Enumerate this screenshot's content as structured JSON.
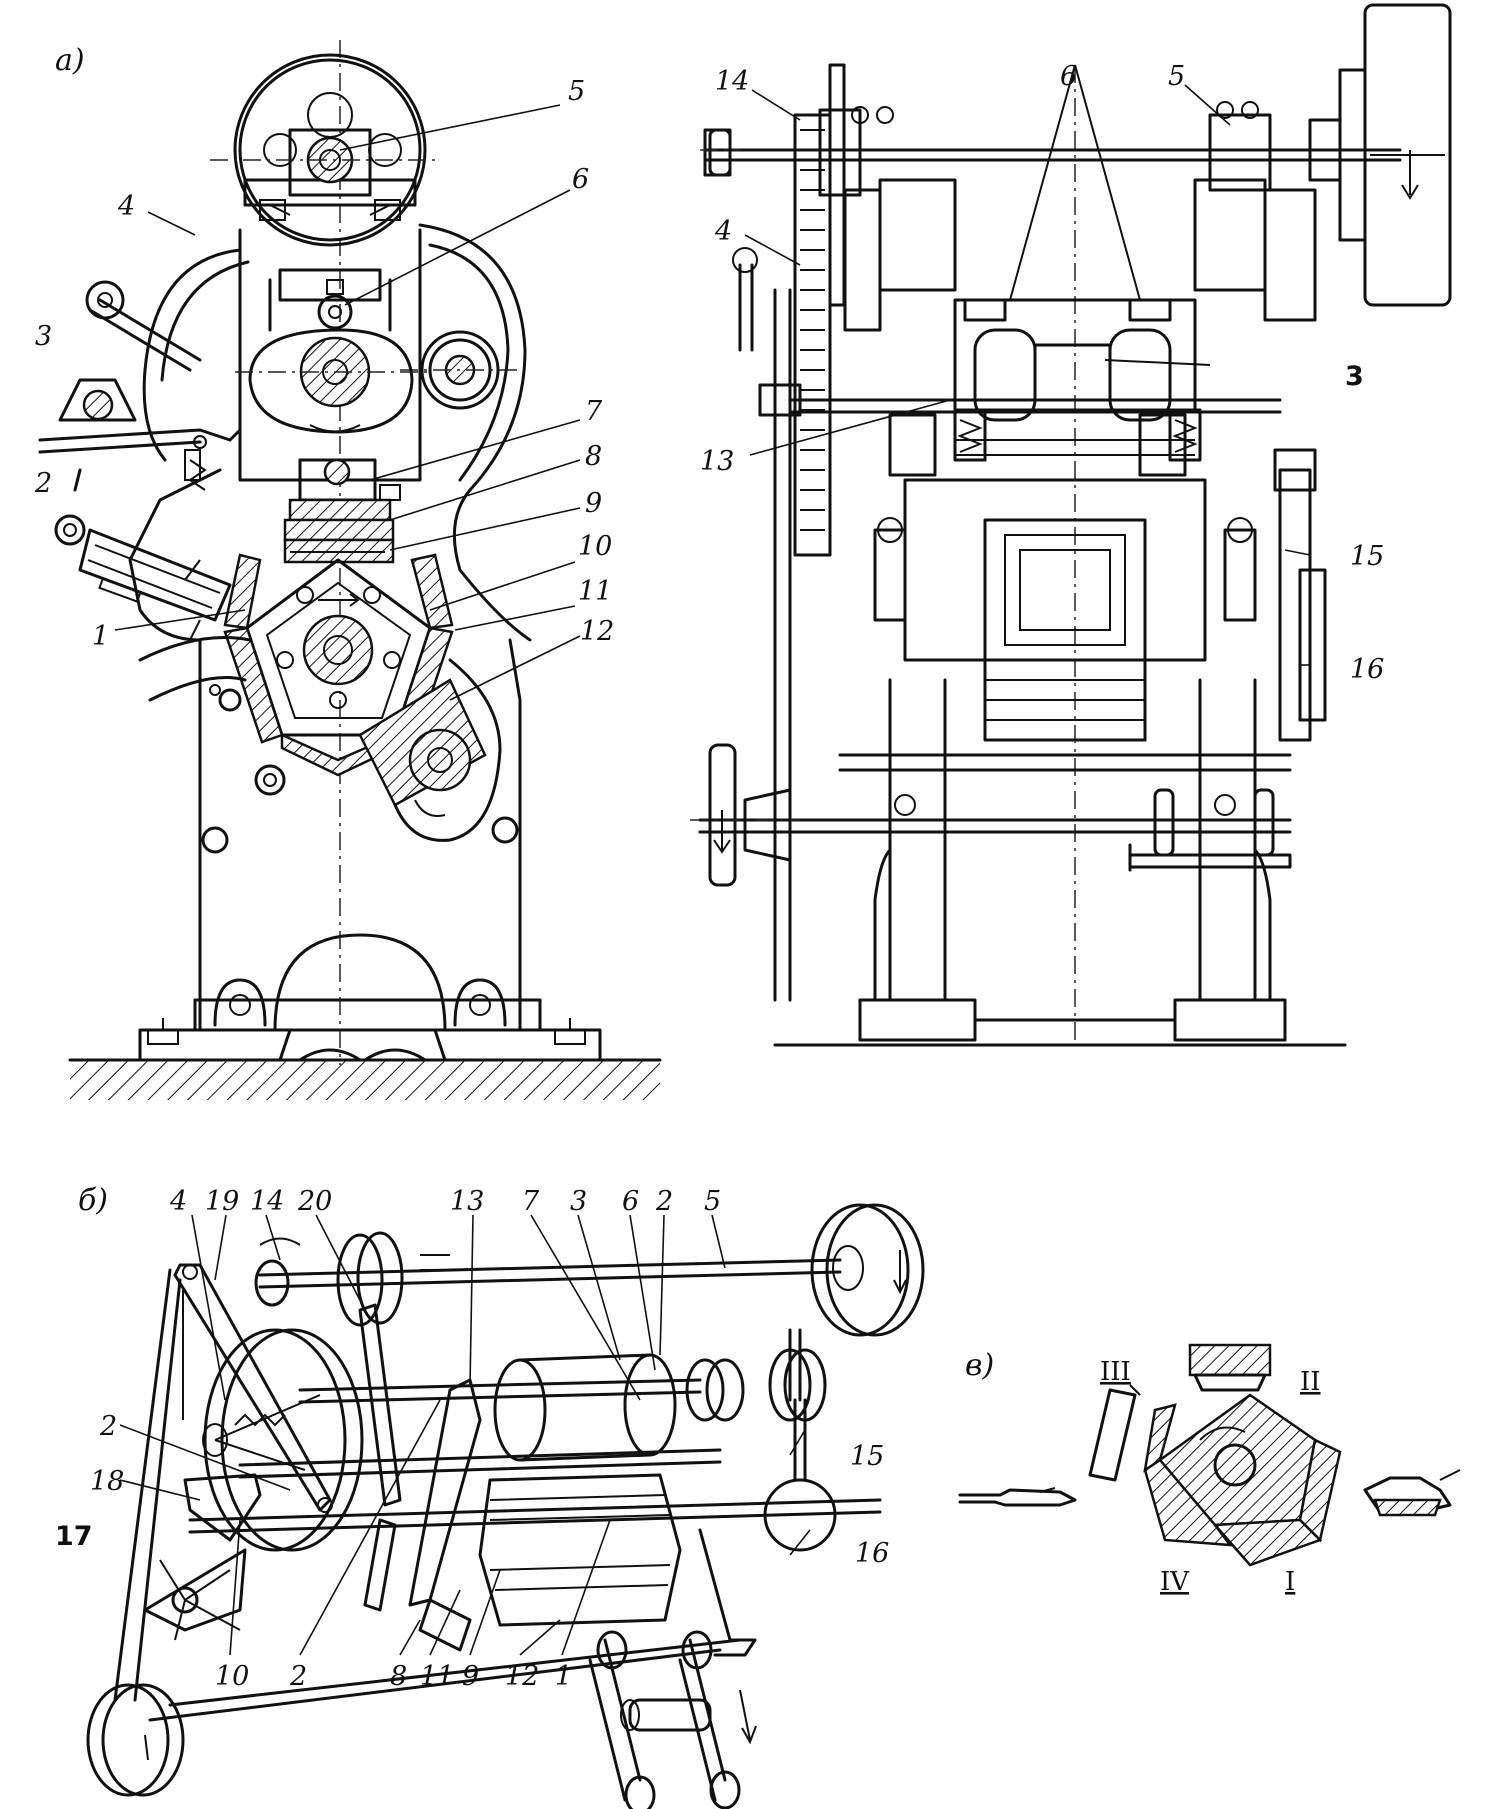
{
  "sections": {
    "a": "а)",
    "b": "б)",
    "v": "в)"
  },
  "view_a_front": {
    "labels": {
      "n1": "1",
      "n2": "2",
      "n3": "3",
      "n4": "4",
      "n5": "5",
      "n6": "6",
      "n7": "7",
      "n8": "8",
      "n9": "9",
      "n10": "10",
      "n11": "11",
      "n12": "12"
    }
  },
  "view_a_side": {
    "labels": {
      "n3": "3",
      "n4": "4",
      "n5": "5",
      "n6": "6",
      "n13": "13",
      "n14": "14",
      "n15": "15",
      "n16": "16"
    }
  },
  "view_b": {
    "labels": {
      "n4": "4",
      "n19": "19",
      "n14": "14",
      "n20": "20",
      "n13": "13",
      "n7": "7",
      "n3": "3",
      "n6": "6",
      "n2a": "2",
      "n5": "5",
      "n2b": "2",
      "n18": "18",
      "n17": "17",
      "n15": "15",
      "n16": "16",
      "n10": "10",
      "n2c": "2",
      "n8": "8",
      "n11": "11",
      "n9": "9",
      "n12": "12",
      "n1": "1"
    }
  },
  "view_v": {
    "positions": {
      "p1": "I",
      "p2": "II",
      "p3": "III",
      "p4": "IV"
    }
  }
}
